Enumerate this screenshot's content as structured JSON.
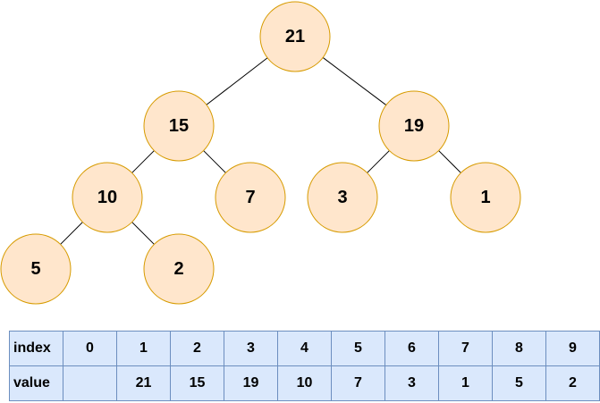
{
  "tree": {
    "nodes": [
      {
        "id": "n21",
        "label": "21"
      },
      {
        "id": "n15",
        "label": "15"
      },
      {
        "id": "n19",
        "label": "19"
      },
      {
        "id": "n10",
        "label": "10"
      },
      {
        "id": "n7",
        "label": "7"
      },
      {
        "id": "n3",
        "label": "3"
      },
      {
        "id": "n1",
        "label": "1"
      },
      {
        "id": "n5",
        "label": "5"
      },
      {
        "id": "n2",
        "label": "2"
      }
    ],
    "edges": [
      [
        "n21",
        "n15"
      ],
      [
        "n21",
        "n19"
      ],
      [
        "n15",
        "n10"
      ],
      [
        "n15",
        "n7"
      ],
      [
        "n19",
        "n3"
      ],
      [
        "n19",
        "n1"
      ],
      [
        "n10",
        "n5"
      ],
      [
        "n10",
        "n2"
      ]
    ],
    "colors": {
      "node_fill": "#ffe6cc",
      "node_stroke": "#d79b00",
      "edge": "#000000"
    }
  },
  "array_table": {
    "index_label": "index",
    "value_label": "value",
    "indices": [
      "0",
      "1",
      "2",
      "3",
      "4",
      "5",
      "6",
      "7",
      "8",
      "9"
    ],
    "values": [
      "",
      "21",
      "15",
      "19",
      "10",
      "7",
      "3",
      "1",
      "5",
      "2"
    ],
    "colors": {
      "cell_fill": "#dae8fc",
      "cell_stroke": "#6c8ebf"
    }
  }
}
